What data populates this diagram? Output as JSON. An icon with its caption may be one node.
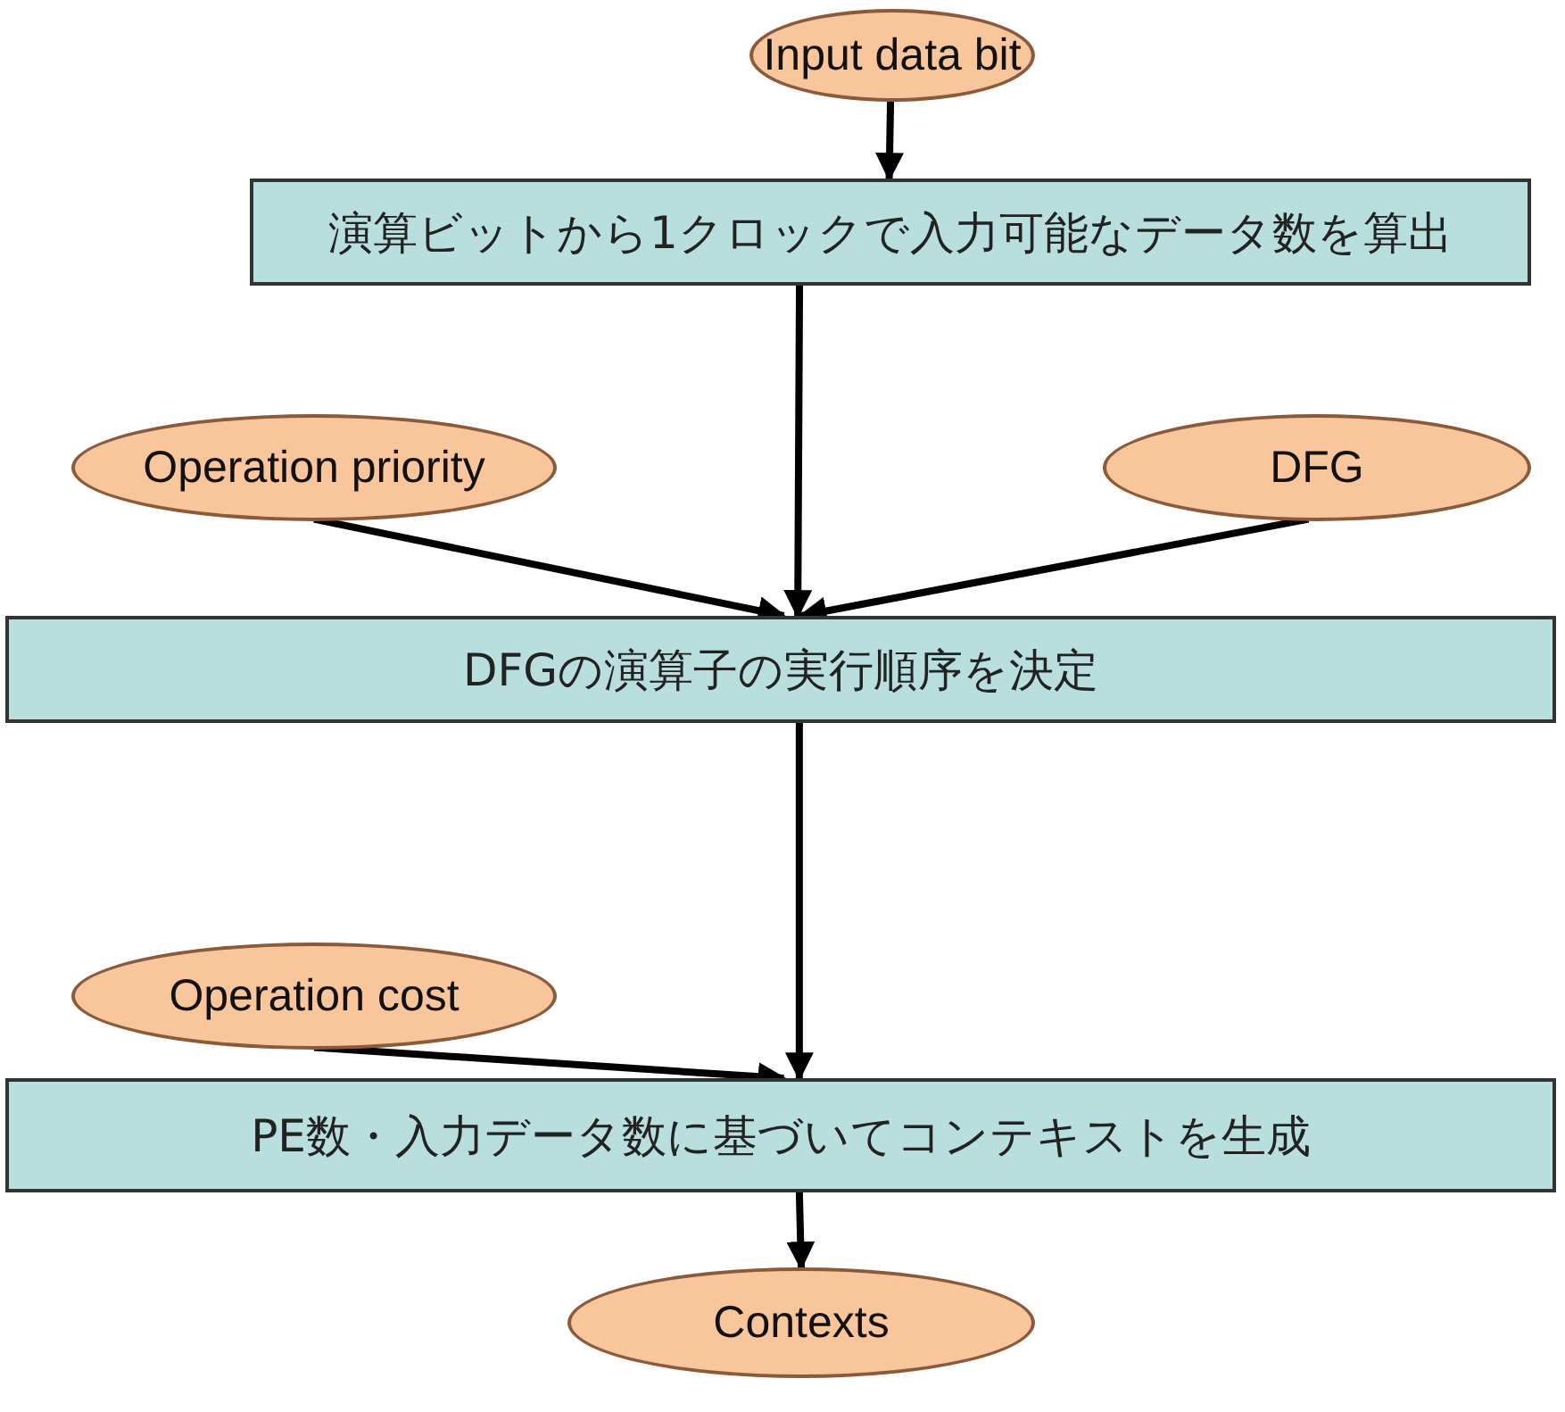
{
  "diagram": {
    "nodes": [
      {
        "text": [
          "Input data bit"
        ]
      },
      {
        "text": [
          "演算ビットから1クロックで入力可能なデータ数を算出"
        ]
      },
      {
        "text": [
          "Operation priority"
        ]
      },
      {
        "text": [
          "DFG"
        ]
      },
      {
        "text": [
          "DFGの演算子の実行順序を決定"
        ]
      },
      {
        "text": [
          "Operation cost"
        ]
      },
      {
        "text": [
          "PE数・入力データ数に基づいてコンテキストを生成"
        ]
      },
      {
        "text": [
          "Contexts"
        ]
      }
    ],
    "edges": [
      {
        "from": 0,
        "to": 1,
        "arrow": "to"
      },
      {
        "from": 1,
        "to": 4,
        "arrow": "to"
      },
      {
        "from": 2,
        "to": 4,
        "arrow": "to"
      },
      {
        "from": 3,
        "to": 4,
        "arrow": "to"
      },
      {
        "from": 4,
        "to": 6,
        "arrow": "to"
      },
      {
        "from": 5,
        "to": 6,
        "arrow": "to"
      },
      {
        "from": 6,
        "to": 7,
        "arrow": "to"
      }
    ]
  }
}
